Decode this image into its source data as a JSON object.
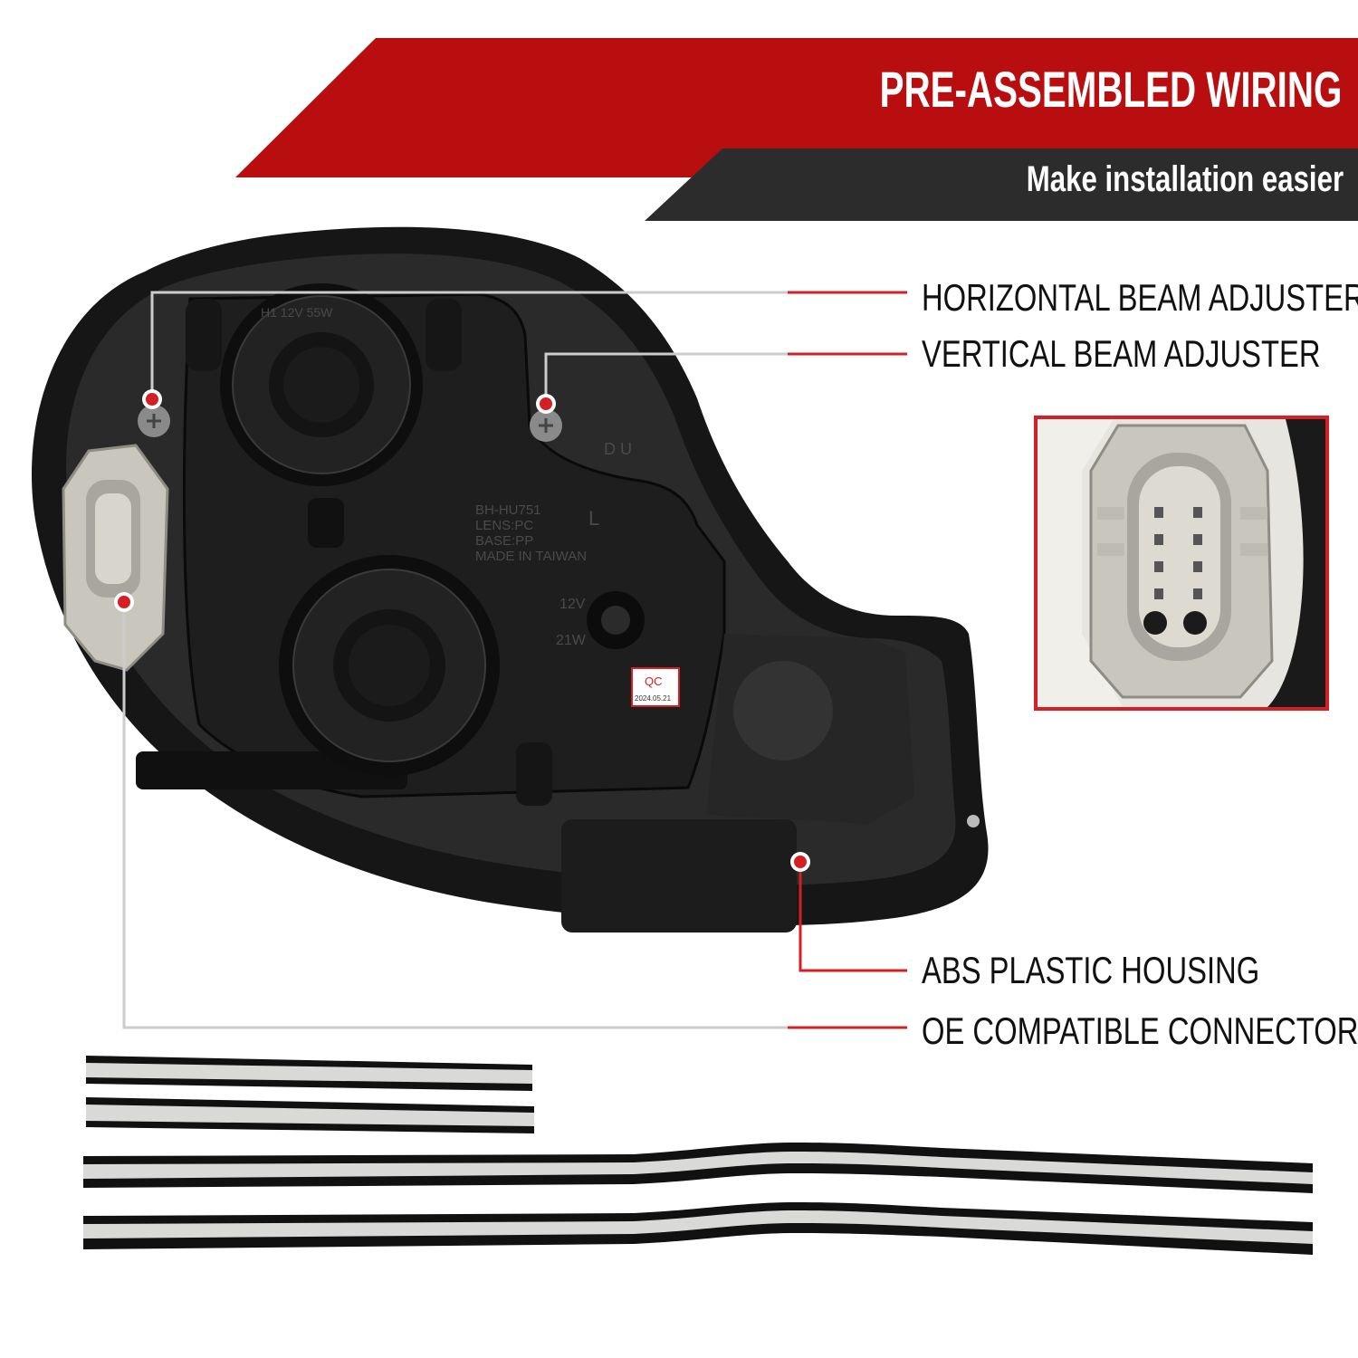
{
  "banner": {
    "title": "PRE-ASSEMBLED WIRING",
    "subtitle": "Make installation easier",
    "colors": {
      "red": "#b80e10",
      "dark": "#2c2c2c"
    }
  },
  "callouts": [
    {
      "label": "HORIZONTAL BEAM ADJUSTER"
    },
    {
      "label": "VERTICAL BEAM ADJUSTER"
    },
    {
      "label": "ABS PLASTIC HOUSING"
    },
    {
      "label": "OE COMPATIBLE CONNECTOR"
    }
  ],
  "housing_markings": {
    "bulb_top": "H1 12V 55W",
    "model": "BH-HU751",
    "lens": "LENS:PC",
    "base": "BASE:PP",
    "origin": "MADE IN TAIWAN",
    "side": "L",
    "adjust": "D U",
    "voltage_a": "12V",
    "voltage_b": "21W",
    "qc_label": "QC",
    "qc_date": "2024.05.21"
  },
  "accent_color": "#d41f24"
}
